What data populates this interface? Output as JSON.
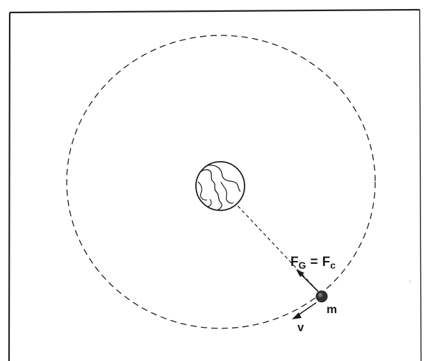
{
  "labels": {
    "force_main": "F",
    "force_sub_gravity": "G",
    "equals": "=",
    "force_sub_centripetal": "c",
    "mass": "m",
    "velocity": "v"
  },
  "colors": {
    "ink": "#1a1a1a",
    "paper": "#ffffff"
  },
  "icons": {
    "planet": "earth-icon",
    "satellite": "satellite-mass-icon"
  }
}
